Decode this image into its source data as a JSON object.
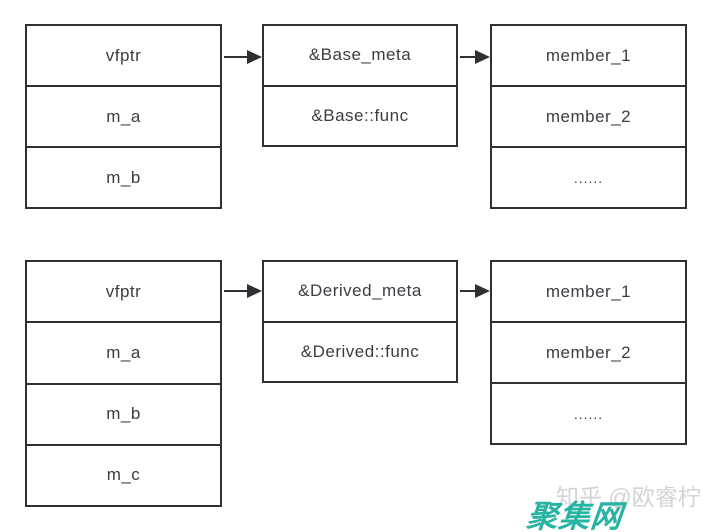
{
  "diagram": {
    "description": "C++ object memory layout with virtual table pointers",
    "border_color": "#2f3033",
    "text_color": "#3a3d42",
    "rows": [
      {
        "name": "base-object",
        "object_box": {
          "cells": [
            "vfptr",
            "m_a",
            "m_b"
          ]
        },
        "vtable_box": {
          "cells": [
            "&Base_meta",
            "&Base::func"
          ]
        },
        "member_box": {
          "cells": [
            "member_1",
            "member_2",
            "......"
          ]
        }
      },
      {
        "name": "derived-object",
        "object_box": {
          "cells": [
            "vfptr",
            "m_a",
            "m_b",
            "m_c"
          ]
        },
        "vtable_box": {
          "cells": [
            "&Derived_meta",
            "&Derived::func"
          ]
        },
        "member_box": {
          "cells": [
            "member_1",
            "member_2",
            "......"
          ]
        }
      }
    ]
  },
  "watermark": {
    "site_text": "聚集网",
    "site_color": "#28b4a2",
    "author_text": "知乎 @欧睿柠",
    "author_color": "#d4d4d4"
  }
}
